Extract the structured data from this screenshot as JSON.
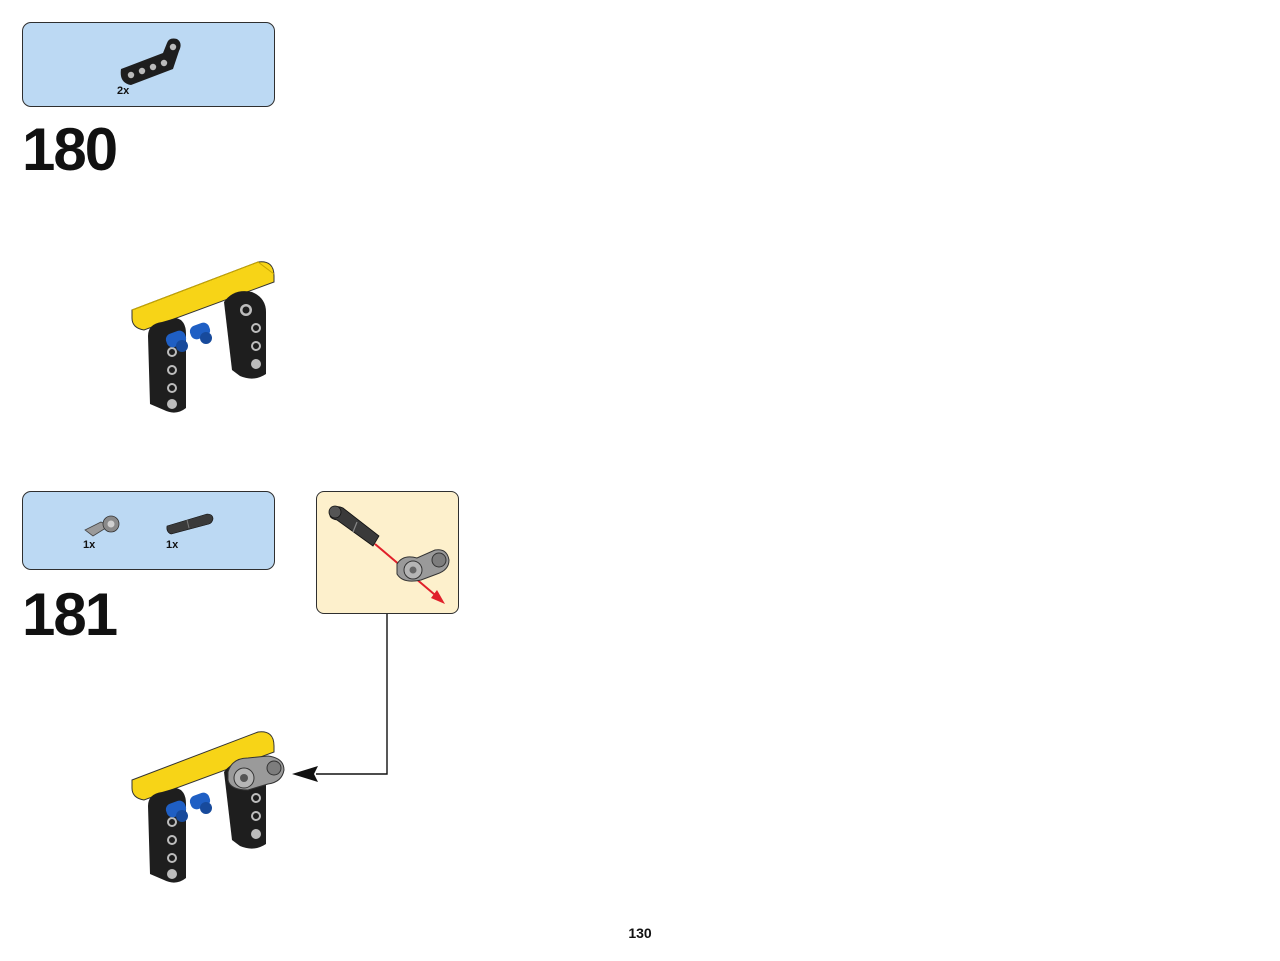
{
  "page": {
    "number": "130"
  },
  "steps": [
    {
      "number": "180",
      "parts": [
        {
          "name": "black L-shaped liftarm",
          "qty": "2x"
        }
      ]
    },
    {
      "number": "181",
      "parts": [
        {
          "name": "grey axle and pin connector",
          "qty": "1x"
        },
        {
          "name": "black axle with pin",
          "qty": "1x"
        }
      ]
    }
  ],
  "colors": {
    "parts_list_bg": "#bcd9f3",
    "callout_bg": "#fdf0cc",
    "yellow_beam": "#f7d417",
    "black_liftarm": "#1e1e1e",
    "blue_pin": "#1f5fc4",
    "grey_connector": "#9a9a9a",
    "arrow_red": "#e0202a"
  }
}
